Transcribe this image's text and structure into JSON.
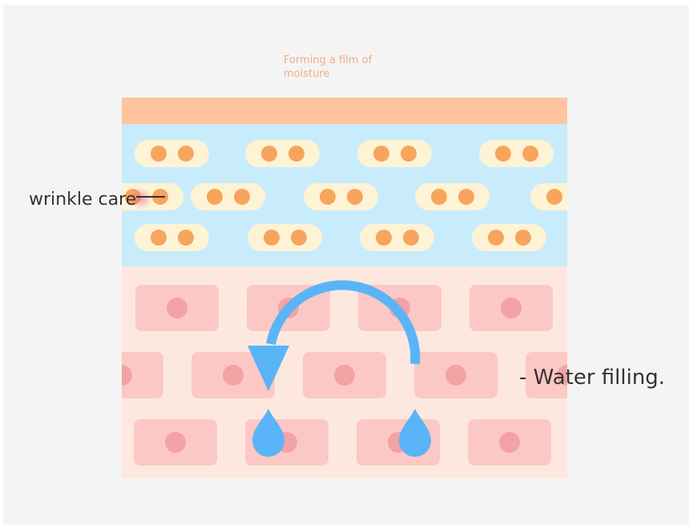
{
  "labels": {
    "top_caption": "Forming a film of moisture",
    "left_callout": "wrinkle care",
    "right_callout": "- Water filling."
  },
  "colors": {
    "panel_background": "#f4f4f4",
    "film_layer": "#ffc3a0",
    "epidermis_layer": "#c8ecfb",
    "epidermis_cell": "#fff3d6",
    "epidermis_nucleus": "#f7a55d",
    "dermis_layer": "#fde8df",
    "dermis_cell": "#fcc8c5",
    "dermis_nucleus": "#f3a2a5",
    "arrow": "#5ab4f8",
    "water_drop": "#5ab4f8",
    "caption_text": "#f0ad84",
    "label_text": "#333333"
  }
}
